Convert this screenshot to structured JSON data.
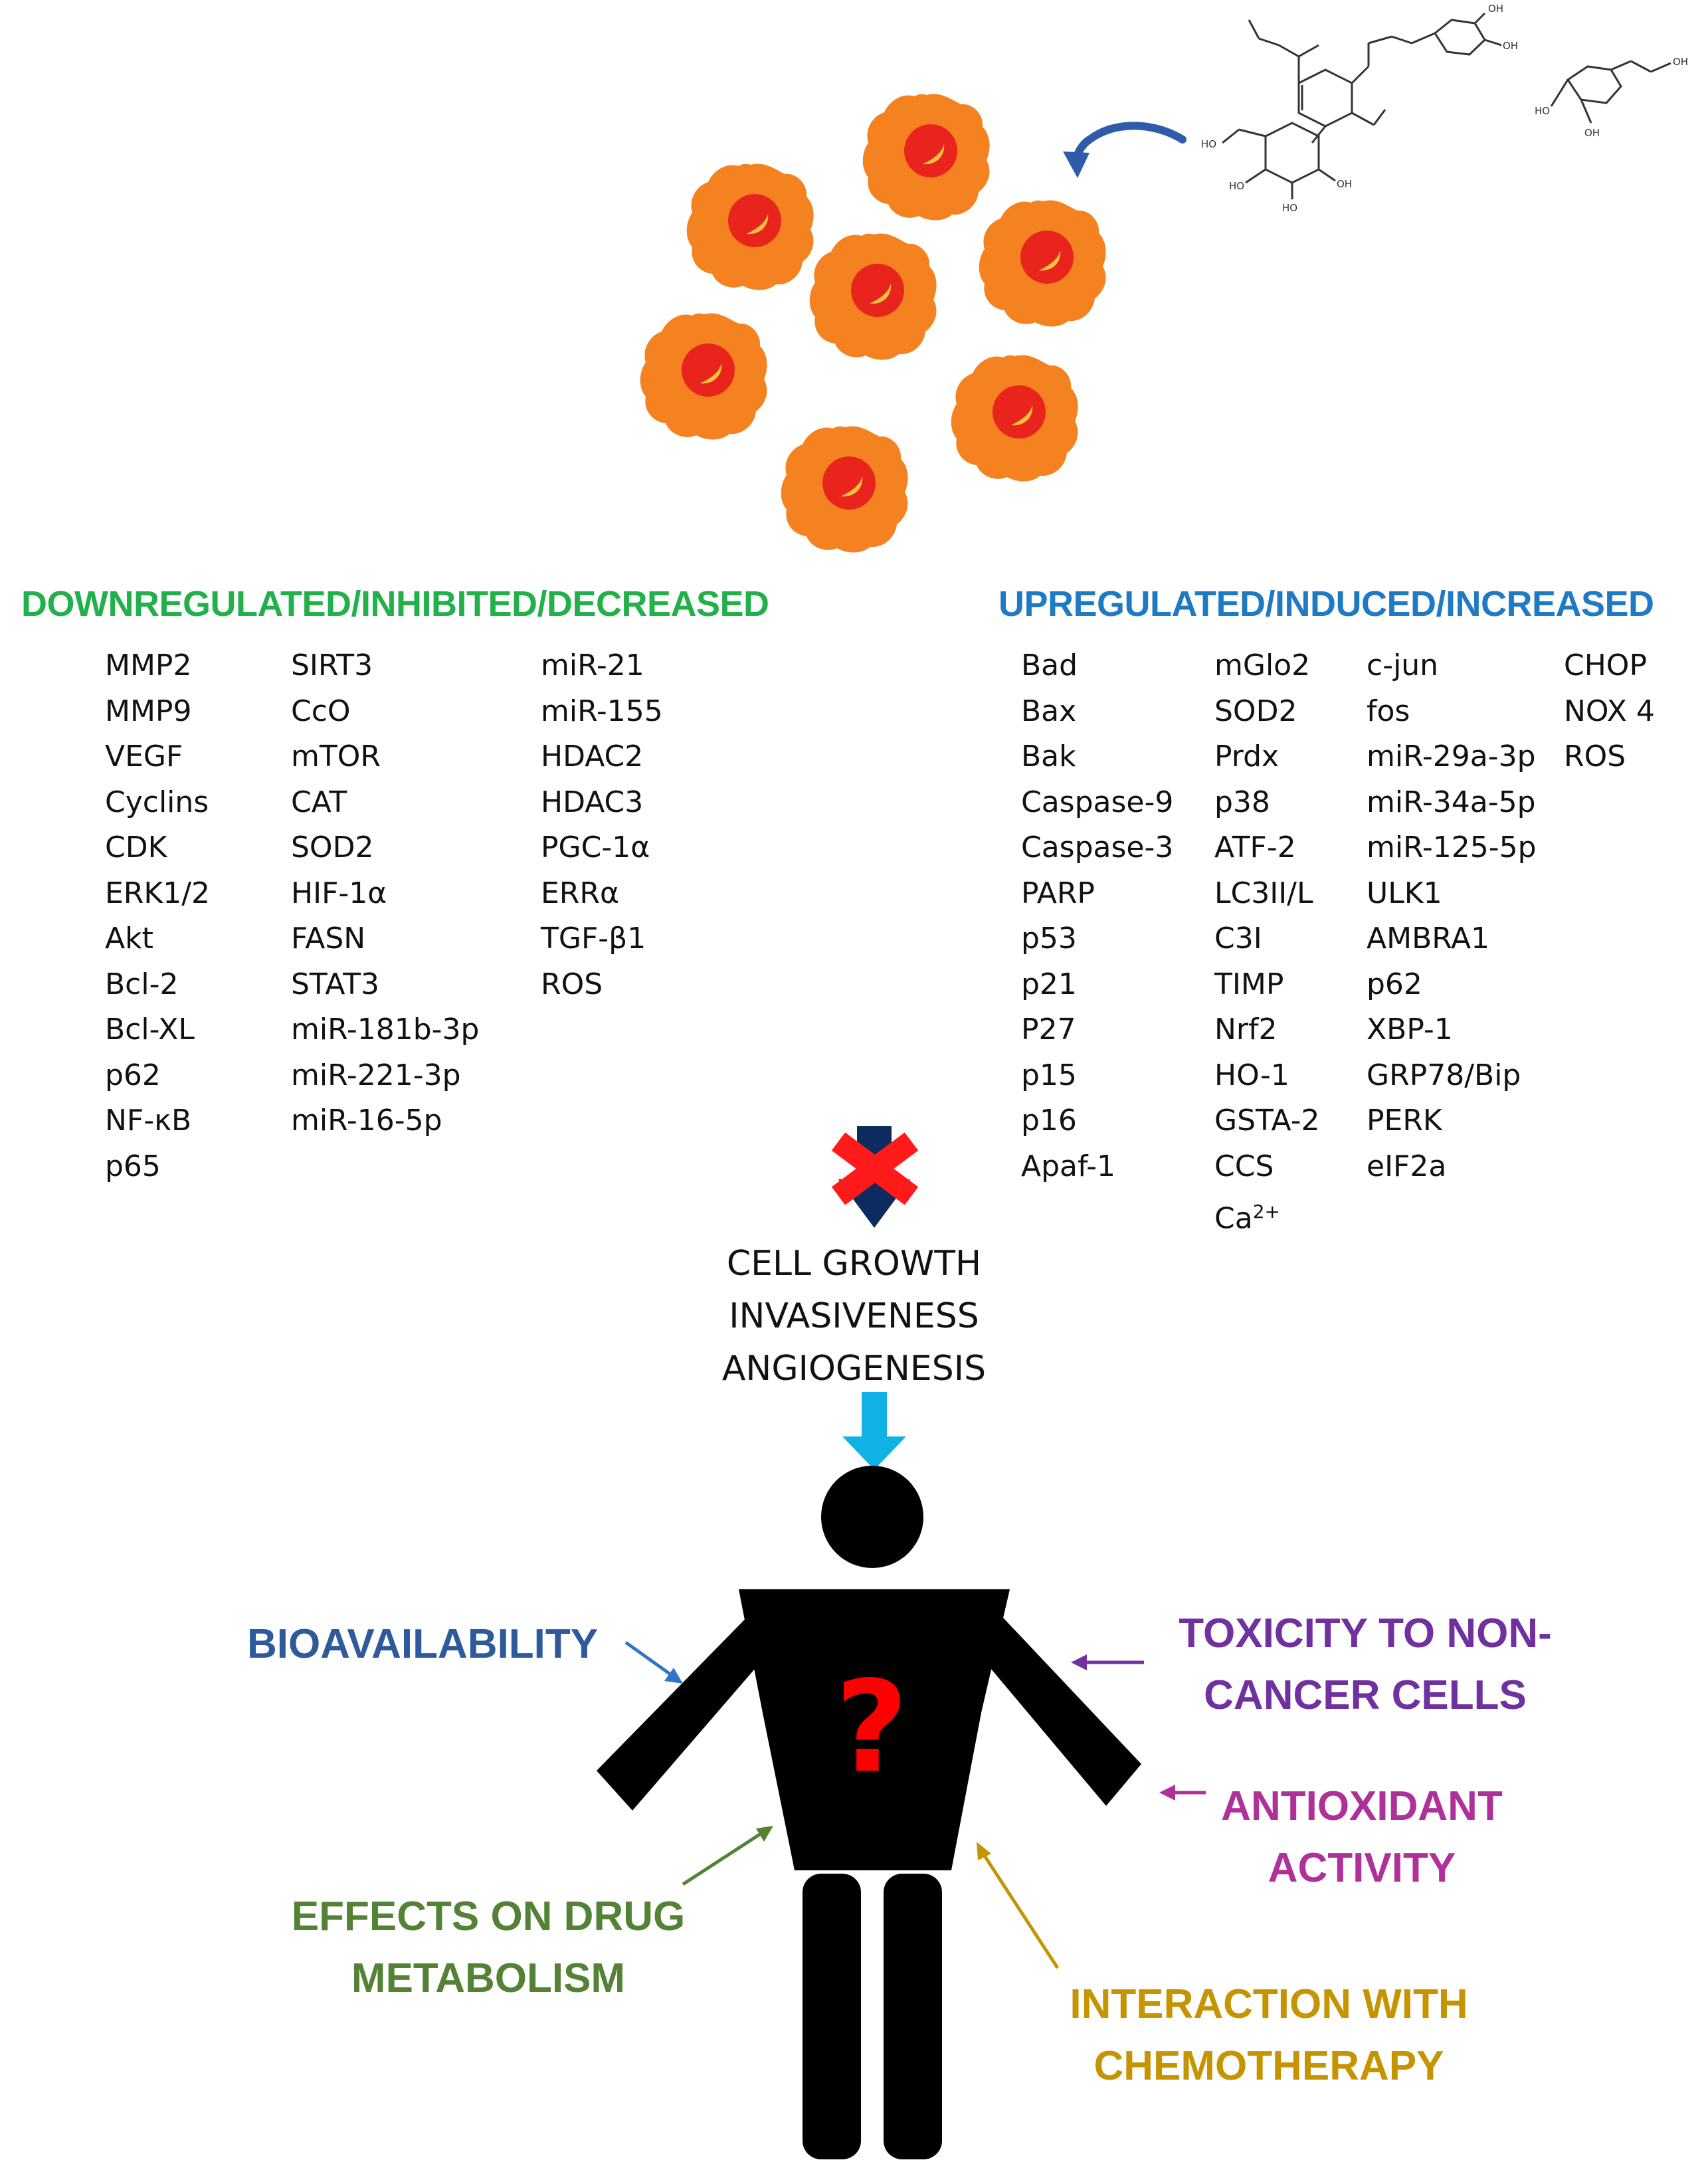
{
  "molecules": {
    "oleuropein_name": "oleuropein-structure",
    "hydroxytyrosol_name": "hydroxytyrosol-structure",
    "oleuropein_labels": {
      "o_ho": "HO",
      "o_oh1": "OH",
      "o_oh2": "OH",
      "o_ho2": "HO",
      "o_ho3": "HO",
      "o_oh3": "OH"
    },
    "hydroxytyrosol_labels": {
      "h_oh": "OH",
      "h_ho": "HO",
      "h_oh2": "OH"
    }
  },
  "downregulated": {
    "title": "DOWNREGULATED/INHIBITED/DECREASED",
    "color": "#22b04b",
    "columns": [
      [
        "MMP2",
        "MMP9",
        "VEGF",
        "Cyclins",
        "CDK",
        "ERK1/2",
        "Akt",
        "Bcl-2",
        "Bcl-XL",
        "p62",
        "NF-κB",
        "p65"
      ],
      [
        "SIRT3",
        "CcO",
        "mTOR",
        "CAT",
        "SOD2",
        "HIF-1α",
        "FASN",
        "STAT3",
        "miR-181b-3p",
        "miR-221-3p",
        "miR-16-5p"
      ],
      [
        "miR-21",
        "miR-155",
        "HDAC2",
        "HDAC3",
        "PGC-1α",
        "ERRα",
        "TGF-β1",
        "ROS"
      ]
    ]
  },
  "upregulated": {
    "title": "UPREGULATED/INDUCED/INCREASED",
    "color": "#1f7ac4",
    "columns": [
      [
        "Bad",
        "Bax",
        "Bak",
        "Caspase-9",
        "Caspase-3",
        "PARP",
        "p53",
        "p21",
        "P27",
        "p15",
        "p16",
        "Apaf-1"
      ],
      [
        "mGlo2",
        "SOD2",
        "Prdx",
        "p38",
        "ATF-2",
        "LC3II/L",
        "C3I",
        "TIMP",
        "Nrf2",
        "HO-1",
        "GSTA-2",
        "CCS",
        "Ca"
      ],
      [
        "c-jun",
        "fos",
        "miR-29a-3p",
        "miR-34a-5p",
        "miR-125-5p",
        "ULK1",
        "AMBRA1",
        "p62",
        "XBP-1",
        "GRP78/Bip",
        "PERK",
        "eIF2a"
      ],
      [
        "CHOP",
        "NOX 4",
        "ROS"
      ]
    ],
    "ca_superscript": "2+"
  },
  "outcomes": {
    "line1": "CELL GROWTH",
    "line2": "INVASIVENESS",
    "line3": "ANGIOGENESIS"
  },
  "human": {
    "question_mark": "?"
  },
  "factors": {
    "bioavailability": {
      "text": "BIOAVAILABILITY",
      "color": "#2e5a9c"
    },
    "toxicity": {
      "line1": "TOXICITY TO NON-",
      "line2": "CANCER CELLS",
      "color": "#7030a0"
    },
    "antioxidant": {
      "line1": "ANTIOXIDANT",
      "line2": "ACTIVITY",
      "color": "#b0309a"
    },
    "drug_metabolism": {
      "line1": "EFFECTS ON DRUG",
      "line2": "METABOLISM",
      "color": "#548235"
    },
    "chemotherapy": {
      "line1": "INTERACTION WITH",
      "line2": "CHEMOTHERAPY",
      "color": "#c59400"
    }
  },
  "colors": {
    "cell_body": "#f58220",
    "cell_nucleus": "#e8241c",
    "nucleus_highlight": "#f8c240",
    "curved_arrow": "#2f5ca8",
    "dark_arrow": "#0d2b5e",
    "blue_arrow": "#10b2e6",
    "red_cross": "#ff1a1a",
    "silhouette": "#000000",
    "question": "#ff0000"
  }
}
